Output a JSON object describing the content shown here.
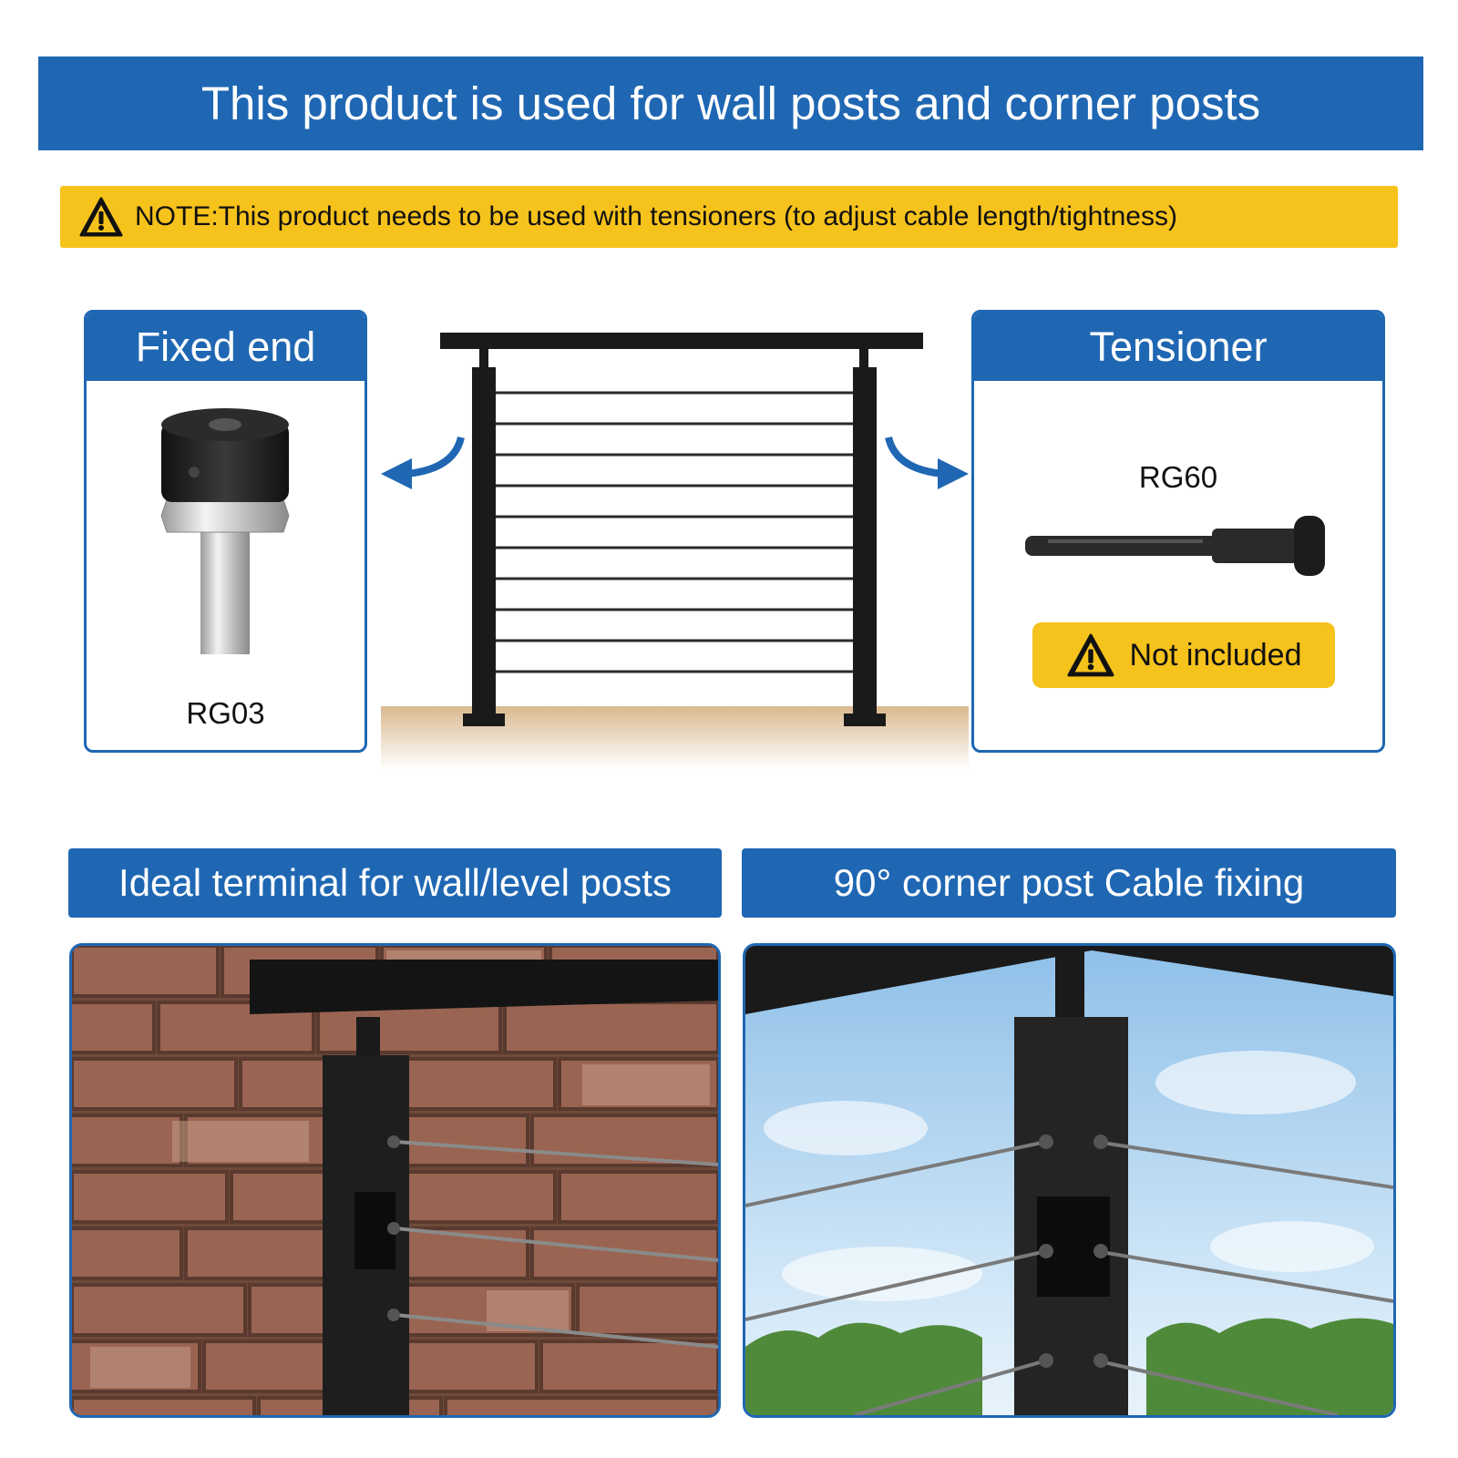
{
  "header": {
    "title": "This product is used for wall posts and corner posts"
  },
  "note": {
    "text": "NOTE:This product needs to be used with tensioners (to adjust cable length/tightness)",
    "icon": "warning-triangle-icon"
  },
  "fixed_end": {
    "heading": "Fixed end",
    "code": "RG03"
  },
  "tensioner": {
    "heading": "Tensioner",
    "code": "RG60",
    "badge": "Not included",
    "badge_icon": "warning-triangle-icon"
  },
  "captions": {
    "left": "Ideal terminal for wall/level posts",
    "right": "90° corner post Cable fixing"
  },
  "colors": {
    "brand_blue": "#1f67b3",
    "warning_yellow": "#f6c21c"
  }
}
